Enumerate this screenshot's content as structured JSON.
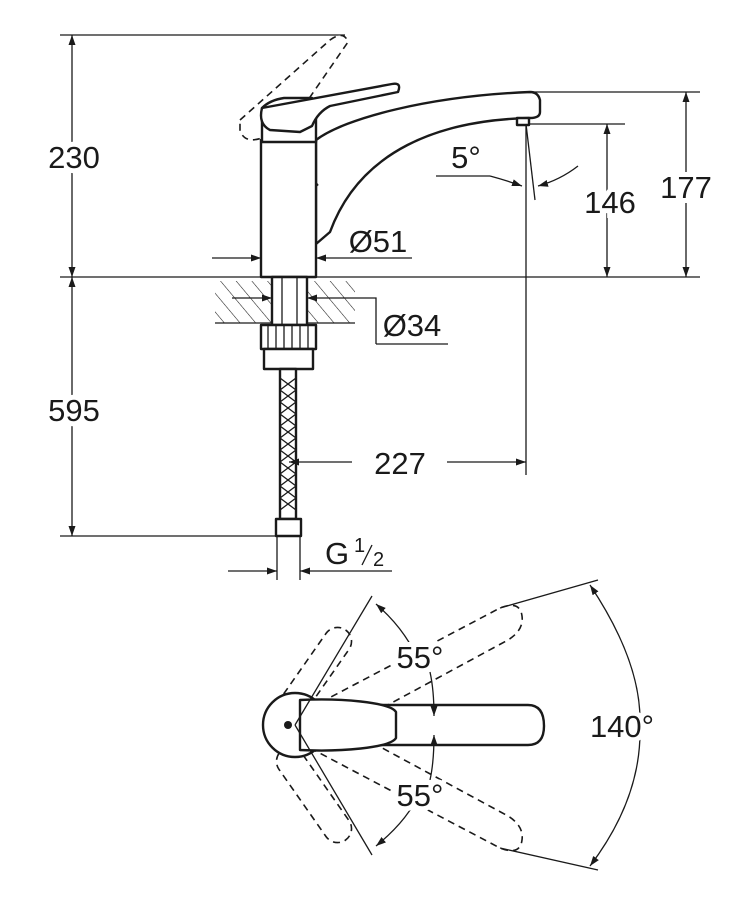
{
  "dimensions": {
    "total_height": "230",
    "spout_outlet_height": "146",
    "spout_top_height": "177",
    "spout_angle": "5°",
    "body_diameter": "Ø51",
    "hole_diameter": "Ø34",
    "hose_length": "595",
    "spout_reach": "227",
    "connection_thread_letter": "G",
    "connection_thread_num": "1",
    "connection_thread_den": "2"
  },
  "rotation": {
    "upper_angle": "55°",
    "lower_angle": "55°",
    "total_angle": "140°"
  }
}
